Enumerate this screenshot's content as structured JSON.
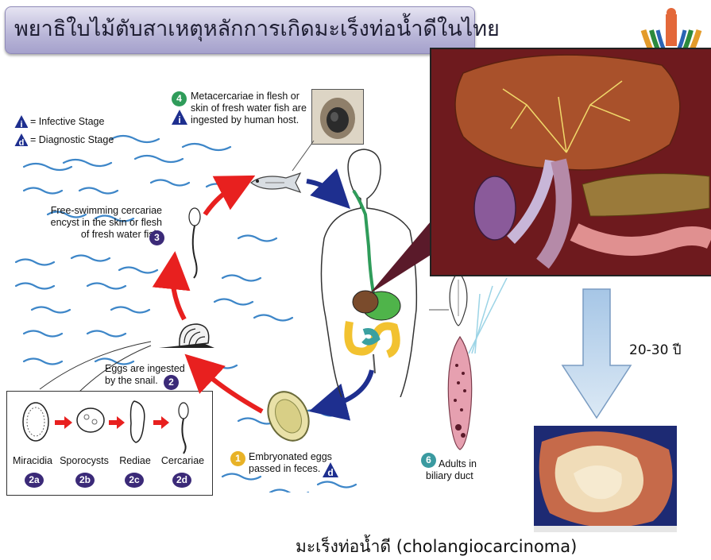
{
  "title": "พยาธิใบไม้ตับสาเหตุหลักการเกิดมะเร็งท่อน้ำดีในไทย",
  "legend": {
    "infective_symbol": "i",
    "infective_label": "= Infective Stage",
    "diagnostic_symbol": "d",
    "diagnostic_label": "= Diagnostic Stage"
  },
  "stages": {
    "s1": {
      "num": "1",
      "line1": "Embryonated eggs",
      "line2": "passed in feces.",
      "badge": "d"
    },
    "s2": {
      "num": "2",
      "line1": "Eggs are ingested",
      "line2": "by the snail."
    },
    "s3": {
      "num": "3",
      "line1": "Free-swimming cercariae",
      "line2": "encyst in the skin or flesh",
      "line3": "of fresh water fish."
    },
    "s4": {
      "num": "4",
      "line1": "Metacercariae in flesh or",
      "line2": "skin of fresh water fish are",
      "line3": "ingested by human host.",
      "badge": "i"
    },
    "s6": {
      "num": "6",
      "line1": "Adults in",
      "line2": "biliary duct"
    }
  },
  "snail_stages": [
    {
      "label": "Miracidia",
      "num": "2a"
    },
    {
      "label": "Sporocysts",
      "num": "2b"
    },
    {
      "label": "Rediae",
      "num": "2c"
    },
    {
      "label": "Cercariae",
      "num": "2d"
    }
  ],
  "years_label": "20-30 ปี",
  "caption": "มะเร็งท่อน้ำดี (cholangiocarcinoma)",
  "colors": {
    "cycle_arrow_red": "#e8201f",
    "cycle_arrow_blue": "#1e2f8f",
    "badge_purple": "#3b2a78",
    "water_blue": "#3d86c8",
    "down_arrow": "#b8d4ee"
  }
}
